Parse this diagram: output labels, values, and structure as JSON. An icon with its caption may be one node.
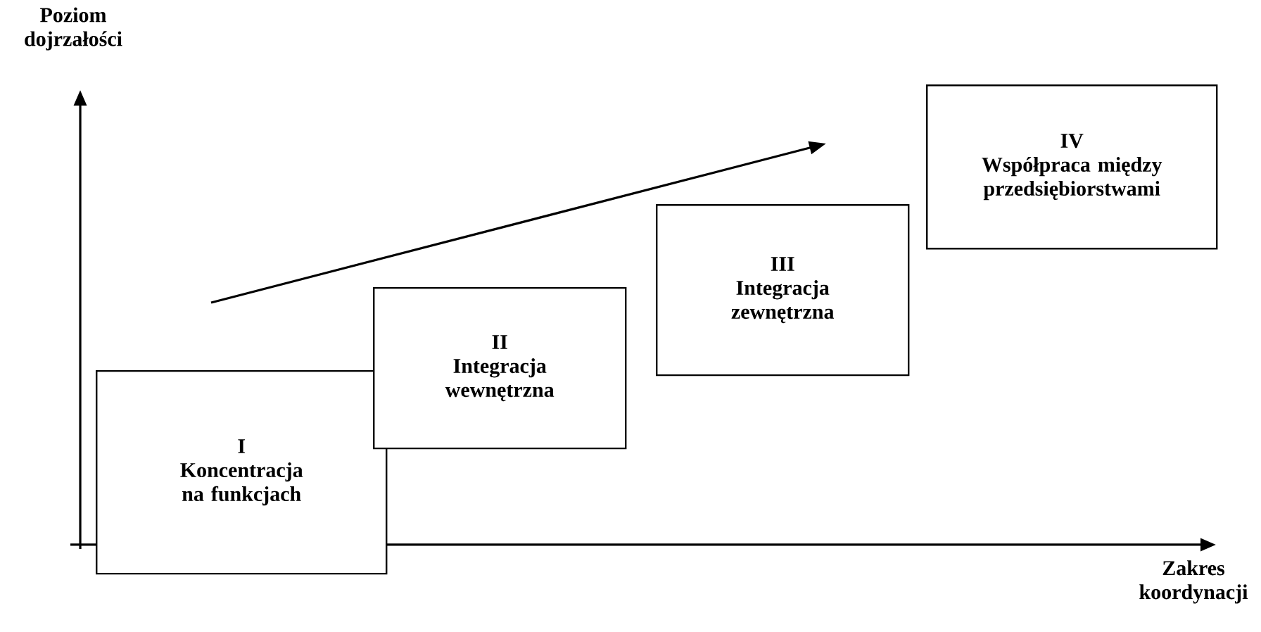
{
  "diagram": {
    "nodes": [
      {
        "text": [
          "I",
          "Koncentracja na funkcjach"
        ]
      },
      {
        "text": [
          "II",
          "Integracja wewnętrzna"
        ]
      },
      {
        "text": [
          "III",
          "Integracja zewnętrzna"
        ]
      },
      {
        "text": [
          "IV",
          "Współpraca między przedsiębiorstwami"
        ]
      }
    ],
    "labels": [
      "Poziom dojrzałości",
      "Zakres koordynacji"
    ]
  }
}
